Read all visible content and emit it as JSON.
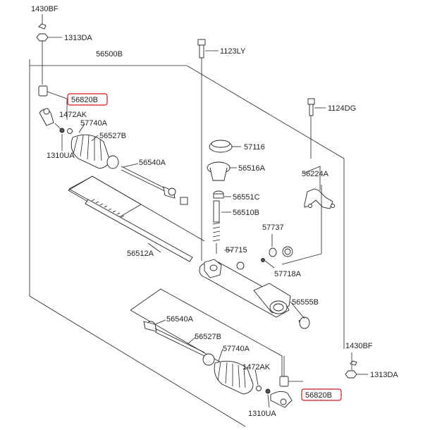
{
  "labels": {
    "bolt_nut_top": "1430BF",
    "nut_top": "1313DA",
    "gear_assembly": "56500B",
    "bolt_1123": "1123LY",
    "tie_rod_end_left": "56820B",
    "tie_rod_end_right": "56820B",
    "bolt_1124": "1124DG",
    "nut_1472_left": "1472AK",
    "clip_left": "57740A",
    "boot_left": "56527B",
    "washer_left": "1310UA",
    "mount_57116": "57116",
    "mount_56516": "56516A",
    "inner_rod_left": "56540A",
    "bracket_56224": "56224A",
    "seal_56551": "56551C",
    "pinion_56510": "56510B",
    "plug_57737": "57737",
    "rack_56512": "56512A",
    "nut_57715": "57715",
    "ring_57718": "57718A",
    "bush_56555": "56555B",
    "inner_rod_right": "56540A",
    "boot_right": "56527B",
    "clip_right": "57740A",
    "nut_1472_right": "1472AK",
    "bolt_nut_bottom": "1430BF",
    "nut_bottom": "1313DA",
    "washer_right": "1310UA"
  },
  "highlight_color": "#d01818"
}
